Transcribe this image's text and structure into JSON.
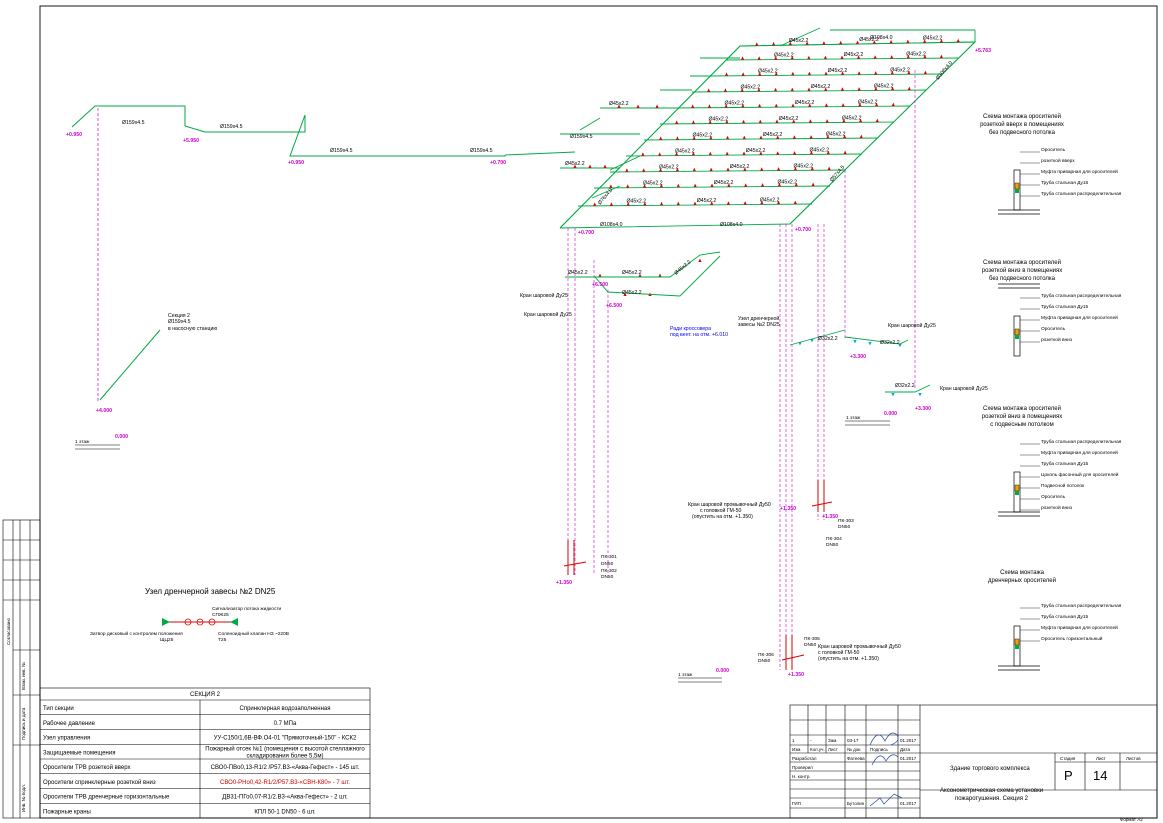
{
  "colors": {
    "pipe": "#00aa44",
    "head": "#e00000",
    "elev": "#cc00cc",
    "drop": "#cc00cc",
    "text": "#000000",
    "note_blue": "#0000ee",
    "table_red": "#d00000"
  },
  "riser_labels": {
    "d159_a": "Ø159х4.5",
    "d159_b": "Ø159х4.5",
    "d159_c": "Ø159х4.5",
    "d159_d": "Ø159х4.5",
    "d108_a": "Ø108х4.0",
    "d108_b": "Ø108х4.0",
    "d108_c": "Ø108х4.0",
    "d108_d": "Ø108х4.0",
    "d57": "Ø57х4.5",
    "d76": "Ø76х4.0",
    "d159_vert": "Ø159х4.5"
  },
  "branch_label": "Ø45х2.2",
  "branch_label_32": "Ø32х2.2",
  "elevations": {
    "e1": "+0.950",
    "e2": "+5.950",
    "e3": "+0.950",
    "e4": "+0.700",
    "e5": "+0.700",
    "e6": "+0.700",
    "e7": "+5.763",
    "e8": "+6.500",
    "e9": "+6.500",
    "e10": "+4.000",
    "e11": "+3.300",
    "e12": "+3.300",
    "e13": "+1.350",
    "e14": "+1.350",
    "e15": "+1.350",
    "e16": "+1.350",
    "zero1": "0.000",
    "zero2": "0.000",
    "zero3": "0.000"
  },
  "floor_label": "1 этаж",
  "notes": {
    "section2": "Секция 2",
    "section2_pipe": "Ø159х4.5",
    "section2_to": "в насосную станцию",
    "valve_du25_a": "Кран шаровой Ду25",
    "valve_du25_b": "Кран шаровой Ду25",
    "valve_du25_c": "Кран шаровой Ду25",
    "valve_du25_d": "Кран шаровой Ду25",
    "node_drain_1": "Узел дренчерной",
    "node_drain_2": "завесы №2 DN25",
    "blue_1": "Ради кроссовера",
    "blue_2": "под вент. на отм. +6.010",
    "pk301": "ПК-301",
    "dn50_1": "DN50",
    "pk302": "ПК-302",
    "dn50_2": "DN50",
    "pk303": "ПК-303",
    "dn50_3": "DN50",
    "pk304": "ПК-304",
    "dn50_4": "DN50",
    "pk305": "ПК-305",
    "dn50_5": "DN50",
    "pk306": "ПК-306",
    "dn50_6": "DN50",
    "valve50_1": "Кран шаровой промывочный Ду50",
    "valve50_2": "с головкой ГМ-50",
    "valve50_3": "(опустить на отм. +1.350)",
    "valve50b_1": "Кран шаровой промывочный Ду50",
    "valve50b_2": "с головкой ГМ-50",
    "valve50b_3": "(опустить на отм. +1.350)"
  },
  "drain_node": {
    "title": "Узел дренчерной завесы №2 DN25",
    "signal_1": "Сигнализатор потока жидкости",
    "signal_2": "СПЖ25",
    "valve_1": "Затвор дисковый с контролем положения",
    "valve_2": "ЩЦ25",
    "solenoid_1": "Соленоидный клапан НЗ ~220В",
    "solenoid_2": "Т25"
  },
  "schemes": [
    {
      "title": [
        "Схема монтажа оросителей",
        "розеткой вверх в помещениях",
        "без подвесного потолка"
      ],
      "labels": [
        "Ороситель",
        "розеткой вверх",
        "Муфта приварная для оросителей",
        "Труба стальная Ду15",
        "Труба стальная распределительная"
      ]
    },
    {
      "title": [
        "Схема монтажа оросителей",
        "розеткой вниз в помещениях",
        "без подвесного потолка"
      ],
      "labels": [
        "Труба стальная распределительная",
        "Труба стальная Ду15",
        "Муфта приварная для оросителей",
        "Ороситель",
        "розеткой вниз"
      ]
    },
    {
      "title": [
        "Схема монтажа оросителей",
        "розеткой вниз в помещениях",
        "с подвесным потолком"
      ],
      "labels": [
        "Труба стальная распределительная",
        "Муфта приварная для оросителей",
        "Труба стальная Ду15",
        "Цоколь фасонный для оросителей",
        "Подвесной потолок",
        "Ороситель",
        "розеткой вниз"
      ]
    },
    {
      "title": [
        "Схема монтажа",
        "дренчерных оросителей"
      ],
      "labels": [
        "Труба стальная распределительная",
        "Труба стальная Ду15",
        "Муфта приварная для оросителей",
        "Ороситель горизонтальный"
      ]
    }
  ],
  "section_table": {
    "title": "СЕКЦИЯ 2",
    "rows": [
      [
        "Тип секции",
        "Спринклерная водозаполненная"
      ],
      [
        "Рабочее давление",
        "0.7 МПа"
      ],
      [
        "Узел управления",
        "УУ-С150/1,6В-ВФ.О4-01 \"Прямоточный-150\" - КСК2"
      ],
      [
        "Защищаемые помещения",
        "Пожарный отсек №1 (помещения с высотой стеллажного складирования более 5,5м)"
      ],
      [
        "Оросители ТРВ розеткой вверх",
        "СВО0-ПВо0,13-R1/2 /Р57.В3-«Аква-Гефест» - 145 шт."
      ],
      [
        "Оросители спринклерные розеткой вниз",
        "СВО0-РНо0,42-R1/2/Р57.В3-«СВН-К80» - 7 шт."
      ],
      [
        "Оросители ТРВ дренчерные горизонтальные",
        "ДВ31-ПГо0,07-R1/2.В3-«Аква-Гефест» - 2 шт."
      ],
      [
        "Пожарные краны",
        "КПЛ 50-1 DN50 - 6 шт."
      ]
    ]
  },
  "side_stamp": [
    "Согласовано",
    "Взам. инв. №",
    "Подпись и дата",
    "Инв. № подл."
  ],
  "stamp": {
    "rev_row": [
      "1",
      "-",
      "Зам.",
      "03-17",
      "",
      "01.2017"
    ],
    "header": [
      "Изм.",
      "Кол.уч.",
      "Лист",
      "№ док.",
      "Подпись",
      "Дата"
    ],
    "people": [
      [
        "Разработал",
        "Фатеева",
        "",
        "01.2017"
      ],
      [
        "Проверил",
        "",
        "",
        ""
      ],
      [
        "Н. контр.",
        "",
        "",
        ""
      ],
      [
        "ГИП",
        "Бутолин",
        "",
        "01.2017"
      ]
    ],
    "project": "Здание торгового комплекса",
    "sheet_title": "Аксонометрическая схема установки пожаротушения. Секция 2",
    "stage_h": "Стадия",
    "sheet_h": "Лист",
    "sheets_h": "Листов",
    "stage": "Р",
    "sheet": "14",
    "sheets": "",
    "format": "Формат А2"
  }
}
